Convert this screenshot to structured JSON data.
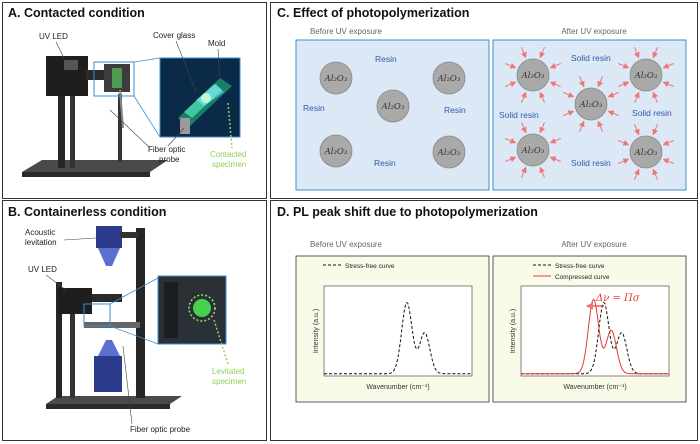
{
  "panels": {
    "a": {
      "title": "A. Contacted condition",
      "labels": {
        "uv_led": "UV LED",
        "cover_glass": "Cover glass",
        "mold": "Mold",
        "fiber1": "Fiber optic",
        "fiber2": "probe",
        "specimen1": "Contacted",
        "specimen2": "specimen"
      }
    },
    "b": {
      "title": "B. Containerless condition",
      "labels": {
        "acoustic1": "Acoustic",
        "acoustic2": "levitation",
        "uv_led": "UV LED",
        "fiber": "Fiber optic probe",
        "specimen1": "Levitated",
        "specimen2": "specimen"
      }
    },
    "c": {
      "title": "C. Effect of photopolymerization",
      "before": "Before UV exposure",
      "after": "After UV exposure",
      "resin": "Resin",
      "solid_resin": "Solid resin",
      "particle": "Al₂O₃"
    },
    "d": {
      "title": "D. PL peak shift due to photopolymerization",
      "before": "Before UV exposure",
      "after": "After UV exposure",
      "ylabel": "Intensity (a.u.)",
      "xlabel": "Wavenumber (cm⁻¹)",
      "legend_stress_free": "Stress-free curve",
      "legend_compressed": "Compressed curve",
      "equation": "Δν = Πσ"
    }
  },
  "colors": {
    "resin_bg": "#dce8f5",
    "plot_bg": "#fafae8",
    "arrow": "#f07575",
    "particle": "#a9a9a9",
    "green_label": "#8fcf5a"
  },
  "chart_data": [
    {
      "type": "line",
      "title": "",
      "xlabel": "Wavenumber (cm⁻¹)",
      "ylabel": "Intensity (a.u.)",
      "series": [
        {
          "name": "Stress-free curve",
          "style": "dashed",
          "peaks": [
            {
              "center": 0.56,
              "height": 0.92
            },
            {
              "center": 0.68,
              "height": 0.53
            }
          ]
        }
      ]
    },
    {
      "type": "line",
      "title": "",
      "xlabel": "Wavenumber (cm⁻¹)",
      "ylabel": "Intensity (a.u.)",
      "series": [
        {
          "name": "Stress-free curve",
          "style": "dashed",
          "peaks": [
            {
              "center": 0.56,
              "height": 0.92
            },
            {
              "center": 0.68,
              "height": 0.53
            }
          ]
        },
        {
          "name": "Compressed curve",
          "style": "solid",
          "peaks": [
            {
              "center": 0.49,
              "height": 0.96
            },
            {
              "center": 0.61,
              "height": 0.56
            }
          ]
        }
      ]
    }
  ]
}
